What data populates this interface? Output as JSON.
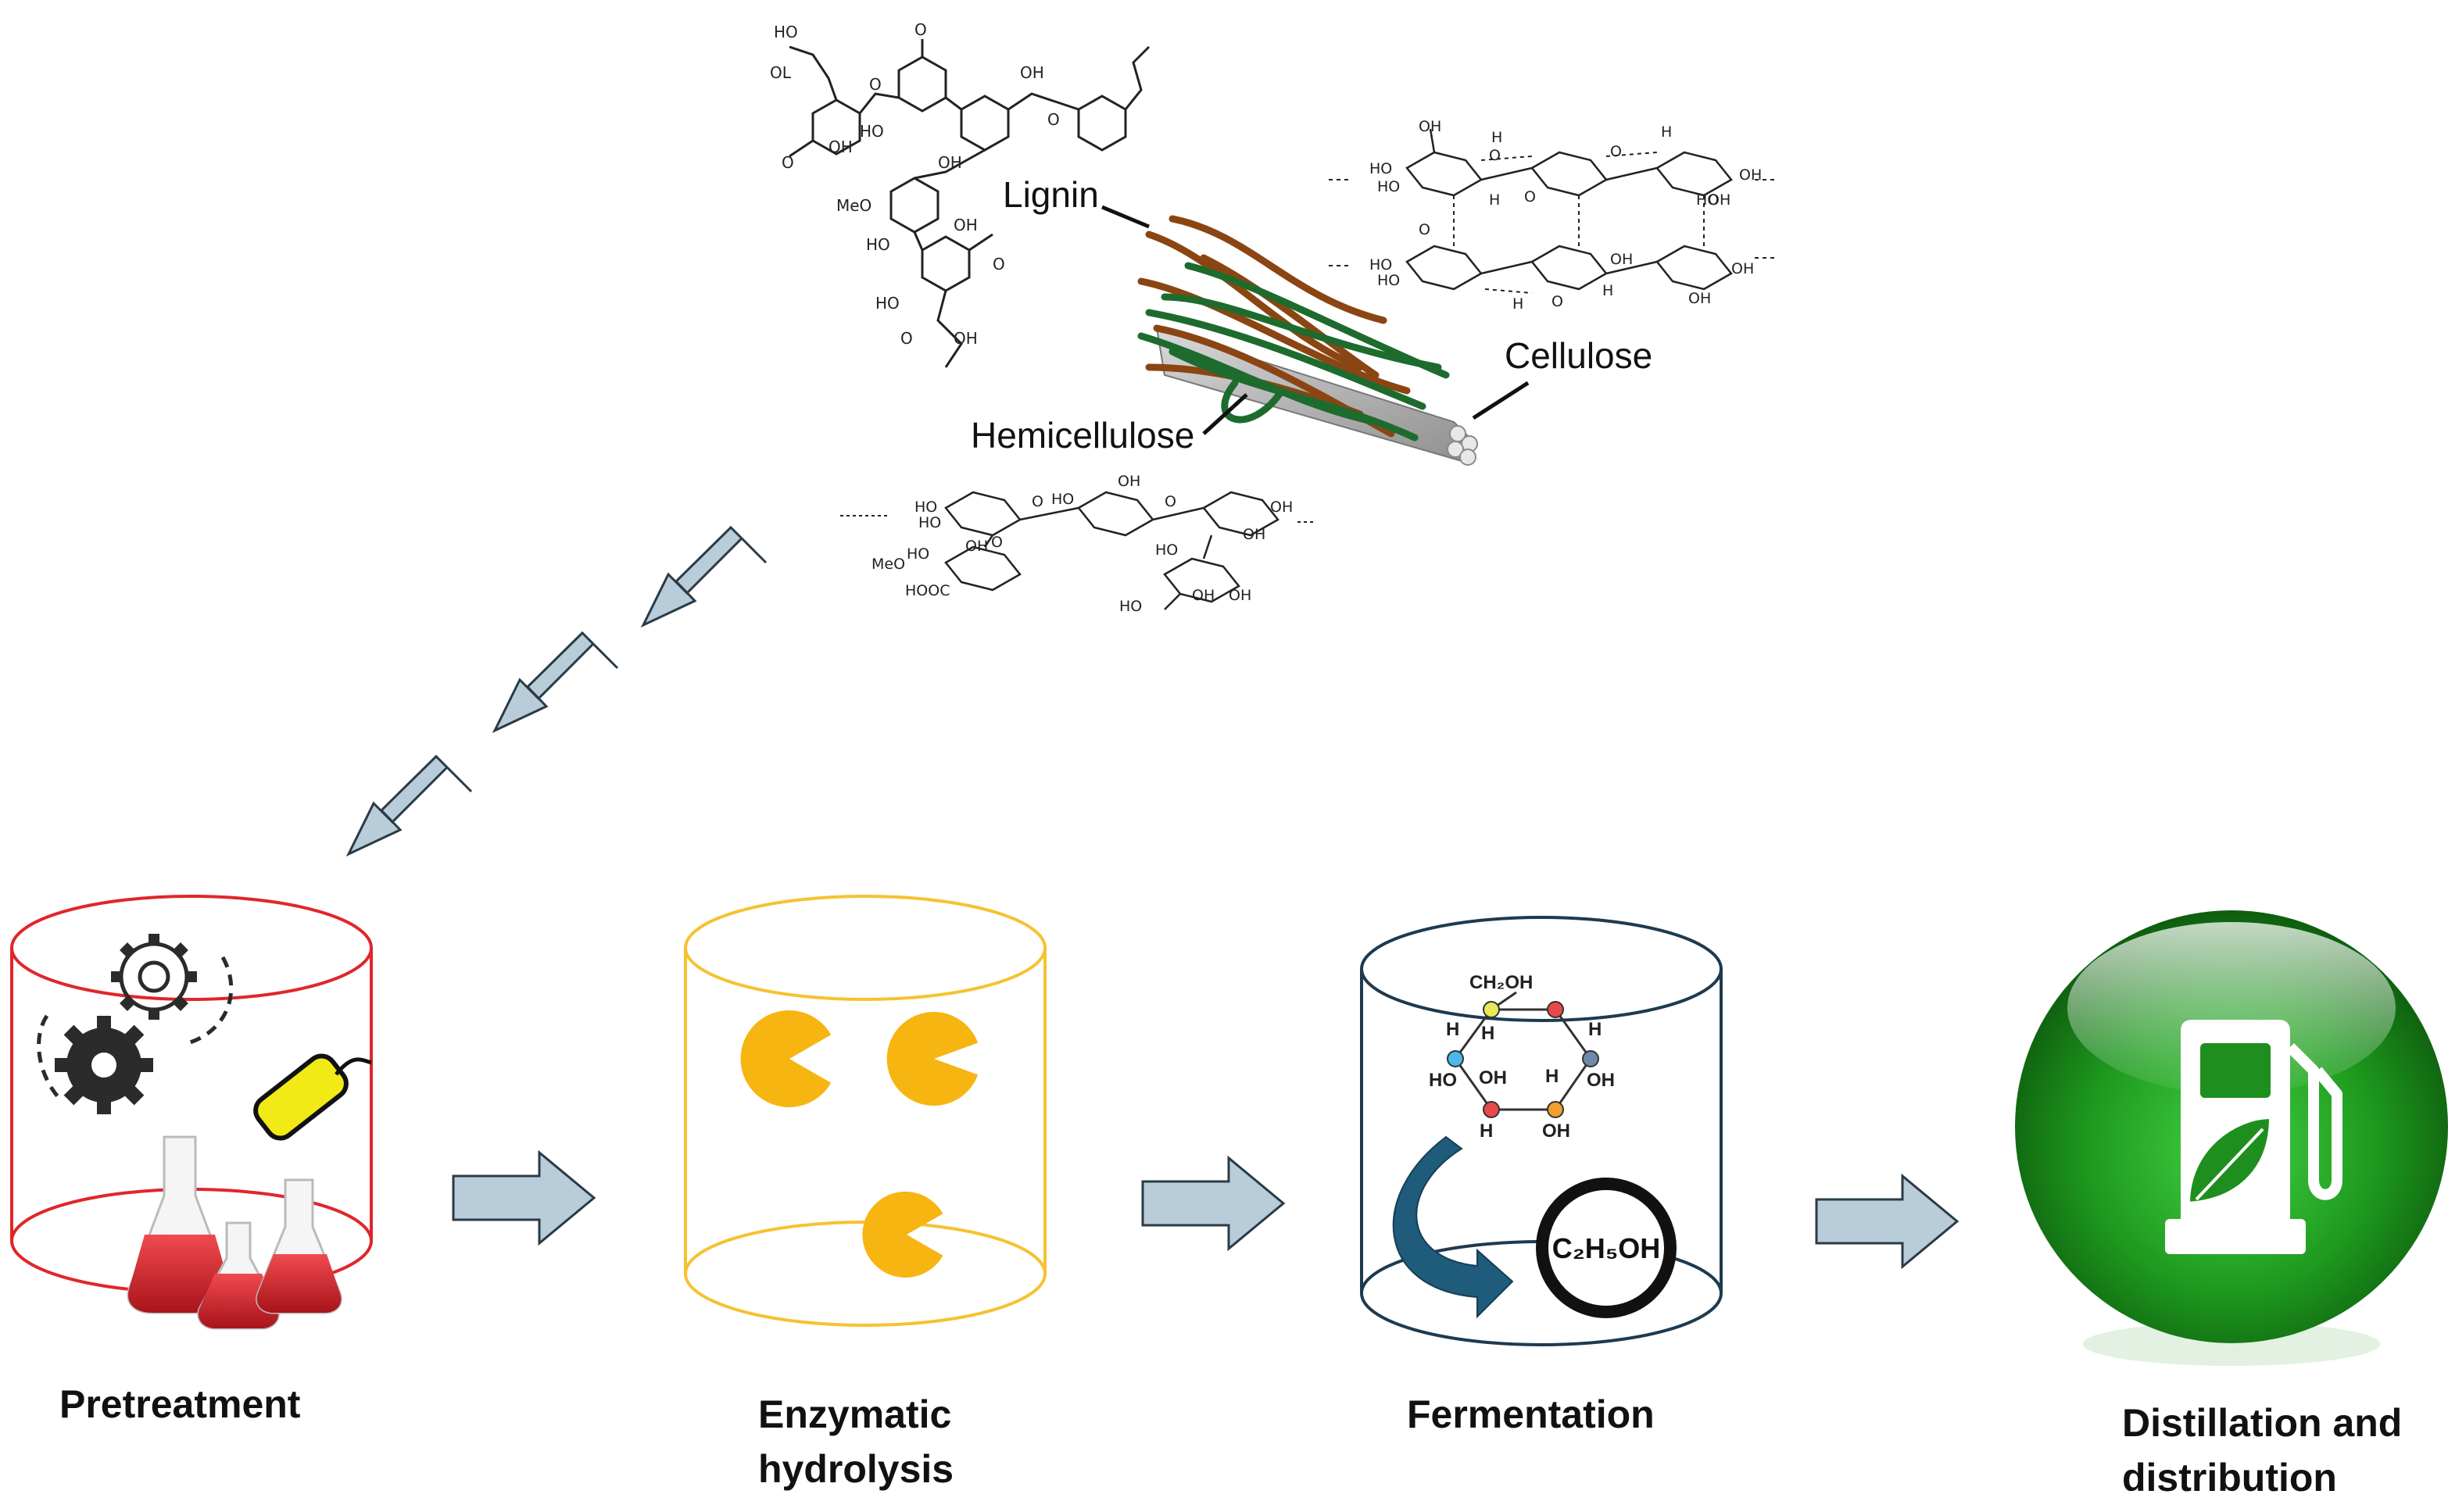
{
  "biomass": {
    "labels": {
      "lignin": "Lignin",
      "cellulose": "Cellulose",
      "hemicellulose": "Hemicellulose"
    },
    "lignin_atoms": [
      "HO",
      "OL",
      "O",
      "O",
      "OH",
      "O",
      "HO",
      "OH",
      "MeO",
      "HO",
      "OH",
      "O",
      "OH",
      "HO",
      "O",
      "OH",
      "O"
    ],
    "cellulose_atoms": [
      "OH",
      "HO",
      "HO",
      "O",
      "H",
      "O",
      "OH",
      "H",
      "HO",
      "OH",
      "O",
      "H",
      "O",
      "HO",
      "HO",
      "OH",
      "H",
      "H",
      "O",
      "OH",
      "OH"
    ],
    "hemicellulose_atoms": [
      "HO",
      "HO",
      "O",
      "HO",
      "OH",
      "O",
      "OH",
      "OH",
      "MeO",
      "HO",
      "OH",
      "HOOC",
      "O",
      "HO",
      "OH",
      "HO",
      "OH"
    ],
    "fiber_colors": {
      "lignin": "#8b4513",
      "hemicellulose": "#1e6b2e",
      "cellulose": "#b8b8b8"
    }
  },
  "stages": [
    {
      "id": "pretreatment",
      "label_lines": [
        "Pretreatment"
      ],
      "color": "#e0262a"
    },
    {
      "id": "enzymatic-hydrolysis",
      "label_lines": [
        "Enzymatic",
        "hydrolysis"
      ],
      "color": "#f6c231"
    },
    {
      "id": "fermentation",
      "label_lines": [
        "Fermentation"
      ],
      "color": "#1e3a4f"
    },
    {
      "id": "distillation",
      "label_lines": [
        "Distillation and",
        "distribution"
      ],
      "color": "#1e9a1e"
    }
  ],
  "fermentation": {
    "sugar_labels": [
      "CH₂OH",
      "H",
      "H",
      "H",
      "HO",
      "OH",
      "H",
      "OH",
      "H",
      "OH"
    ],
    "product": "C₂H₅OH"
  },
  "colors": {
    "arrow_fill": "#b8cdd9",
    "arrow_stroke": "#2a3b46",
    "enzyme": "#f7b512",
    "gear": "#2b2b2b",
    "flask_liquid": "#d9252d"
  },
  "icons": [
    "gear-icon",
    "gear-outline-icon",
    "thermometer-probe-icon",
    "erlenmeyer-flask-icon",
    "pacman-enzyme-icon",
    "curved-arrow-icon",
    "fuel-pump-icon",
    "leaf-icon"
  ]
}
